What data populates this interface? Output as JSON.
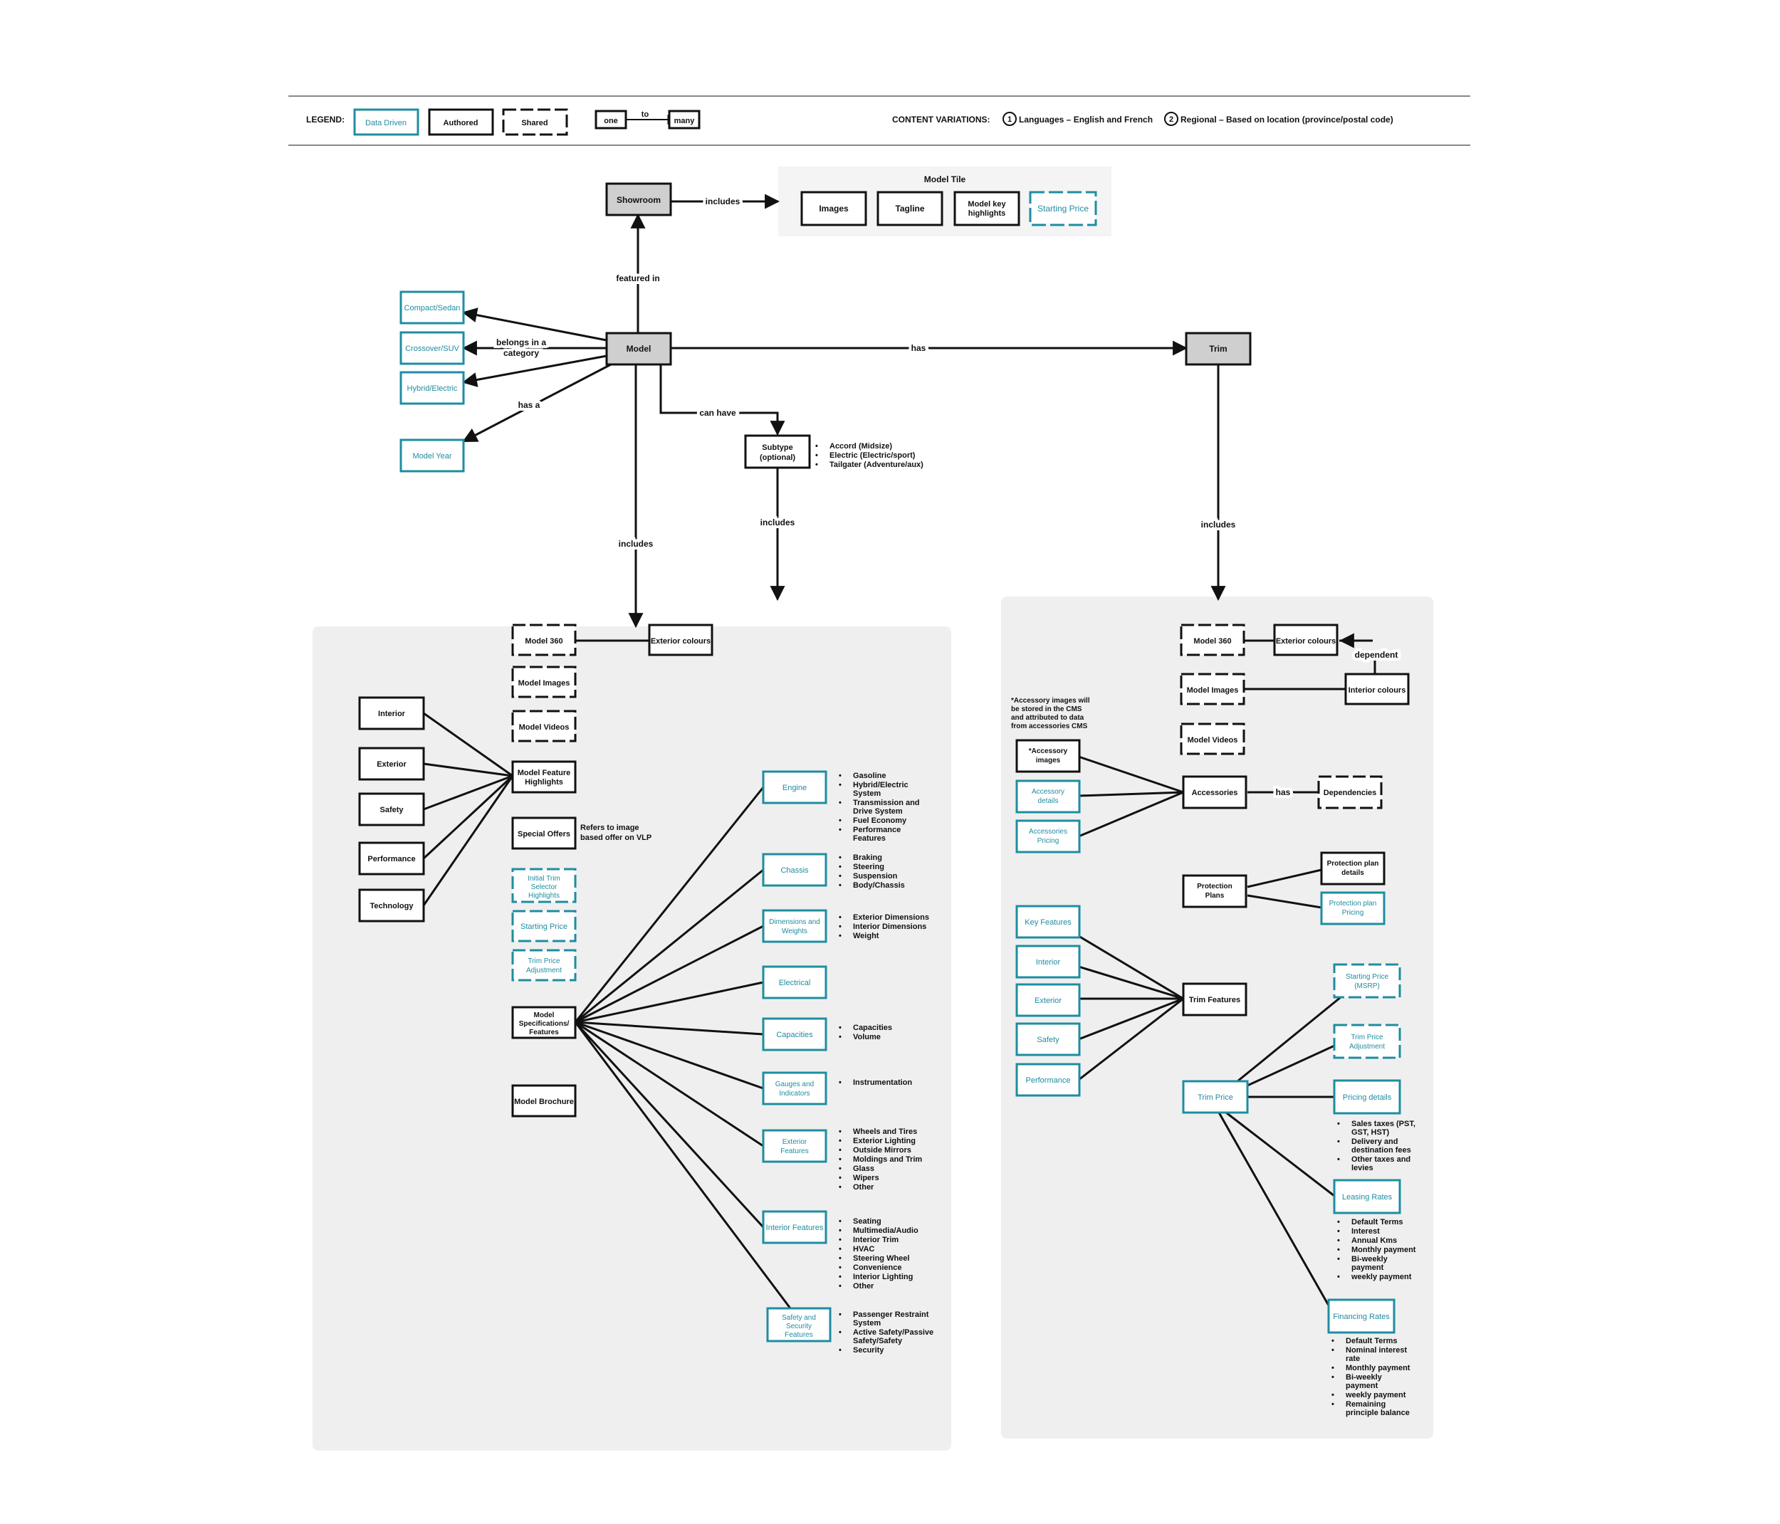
{
  "legend": {
    "label": "LEGEND:",
    "data_driven": "Data Driven",
    "authored": "Authored",
    "shared": "Shared",
    "one": "one",
    "to": "to",
    "many": "many",
    "content_variations_label": "CONTENT VARIATIONS:",
    "variation_1_num": "1",
    "variation_1": "Languages – English and French",
    "variation_2_num": "2",
    "variation_2": "Regional – Based on location (province/postal code)"
  },
  "colors": {
    "data_driven": "#1e8da1",
    "authored": "#111111",
    "core": "#cfcfcf",
    "region": "#efefef",
    "model_tile_bg": "#f4f4f4"
  },
  "top": {
    "showroom": "Showroom",
    "includes_1": "includes",
    "model_tile_title": "Model Tile",
    "tile_images": "Images",
    "tile_tagline": "Tagline",
    "tile_highlights": "Model key highlights",
    "tile_starting_price": "Starting Price",
    "featured_in": "featured in",
    "model": "Model",
    "has_trim": "has",
    "trim": "Trim",
    "category_1": "Compact/Sedan",
    "category_2": "Crossover/SUV",
    "category_3": "Hybrid/Electric",
    "belongs_in_category": "belongs in a category",
    "has_a": "has a",
    "model_year": "Model Year",
    "can_have": "can have",
    "subtype": "Subtype (optional)",
    "subtype_list": [
      "Accord (Midsize)",
      "Electric (Electric/sport)",
      "Tailgater (Adventure/aux)"
    ],
    "includes_model": "includes",
    "includes_subtype": "includes",
    "includes_trim": "includes"
  },
  "model_region": {
    "model_360": "Model 360",
    "exterior_colours": "Exterior colours",
    "model_images": "Model Images",
    "model_videos": "Model Videos",
    "highlight_interior": "Interior",
    "highlight_exterior": "Exterior",
    "highlight_safety": "Safety",
    "highlight_performance": "Performance",
    "highlight_technology": "Technology",
    "model_feature_highlights": "Model Feature Highlights",
    "special_offers": "Special Offers",
    "special_offers_note": "Refers to image based offer on VLP",
    "trim_selector": "Initial Trim Selector Highlights",
    "starting_price": "Starting Price",
    "trim_price_adjustment": "Trim Price Adjustment",
    "model_specs": "Model Specifications/ Features",
    "model_brochure": "Model Brochure",
    "spec_engine": "Engine",
    "spec_engine_items": [
      "Gasoline",
      "Hybrid/Electric System",
      "Transmission and Drive System",
      "Fuel Economy",
      "Performance Features"
    ],
    "spec_chassis": "Chassis",
    "spec_chassis_items": [
      "Braking",
      "Steering",
      "Suspension",
      "Body/Chassis"
    ],
    "spec_dimensions": "Dimensions and Weights",
    "spec_dimensions_items": [
      "Exterior Dimensions",
      "Interior Dimensions",
      "Weight"
    ],
    "spec_electrical": "Electrical",
    "spec_capacities": "Capacities",
    "spec_capacities_items": [
      "Capacities",
      "Volume"
    ],
    "spec_gauges": "Gauges and Indicators",
    "spec_gauges_items": [
      "Instrumentation"
    ],
    "spec_exterior": "Exterior Features",
    "spec_exterior_items": [
      "Wheels and Tires",
      "Exterior Lighting",
      "Outside Mirrors",
      "Moldings and Trim",
      "Glass",
      "Wipers",
      "Other"
    ],
    "spec_interior": "Interior Features",
    "spec_interior_items": [
      "Seating",
      "Multimedia/Audio",
      "Interior Trim",
      "HVAC",
      "Steering Wheel",
      "Convenience",
      "Interior Lighting",
      "Other"
    ],
    "spec_safety": "Safety and Security Features",
    "spec_safety_items": [
      "Passenger Restraint System",
      "Active Safety/Passive Safety/Safety",
      "Security"
    ]
  },
  "trim_region": {
    "model_360": "Model 360",
    "exterior_colours": "Exterior colours",
    "dependent": "dependent",
    "model_images": "Model Images",
    "interior_colours": "Interior colours",
    "model_videos": "Model Videos",
    "accessory_note": "*Accessory images will be stored in the CMS and attributed to data from accessories CMS",
    "accessory_images": "*Accessory images",
    "accessory_details": "Accessory details",
    "accessories_pricing": "Accessories Pricing",
    "accessories": "Accessories",
    "has": "has",
    "dependencies": "Dependencies",
    "protection_plan_details": "Protection plan details",
    "protection_plans": "Protection Plans",
    "protection_plan_pricing": "Protection plan Pricing",
    "key_features": "Key Features",
    "feat_interior": "Interior",
    "feat_exterior": "Exterior",
    "feat_safety": "Safety",
    "feat_performance": "Performance",
    "trim_features": "Trim Features",
    "starting_price_msrp": "Starting Price (MSRP)",
    "trim_price_adjustment": "Trim Price Adjustment",
    "trim_price": "Trim Price",
    "pricing_details": "Pricing details",
    "pricing_items": [
      "Sales taxes (PST, GST, HST)",
      "Delivery and destination fees",
      "Other taxes and levies"
    ],
    "leasing_rates": "Leasing Rates",
    "leasing_items": [
      "Default Terms",
      "Interest",
      "Annual Kms",
      "Monthly payment",
      "Bi-weekly payment",
      "weekly payment"
    ],
    "financing_rates": "Financing Rates",
    "financing_items": [
      "Default Terms",
      "Nominal interest rate",
      "Monthly payment",
      "Bi-weekly payment",
      "weekly payment",
      "Remaining principle balance"
    ]
  }
}
